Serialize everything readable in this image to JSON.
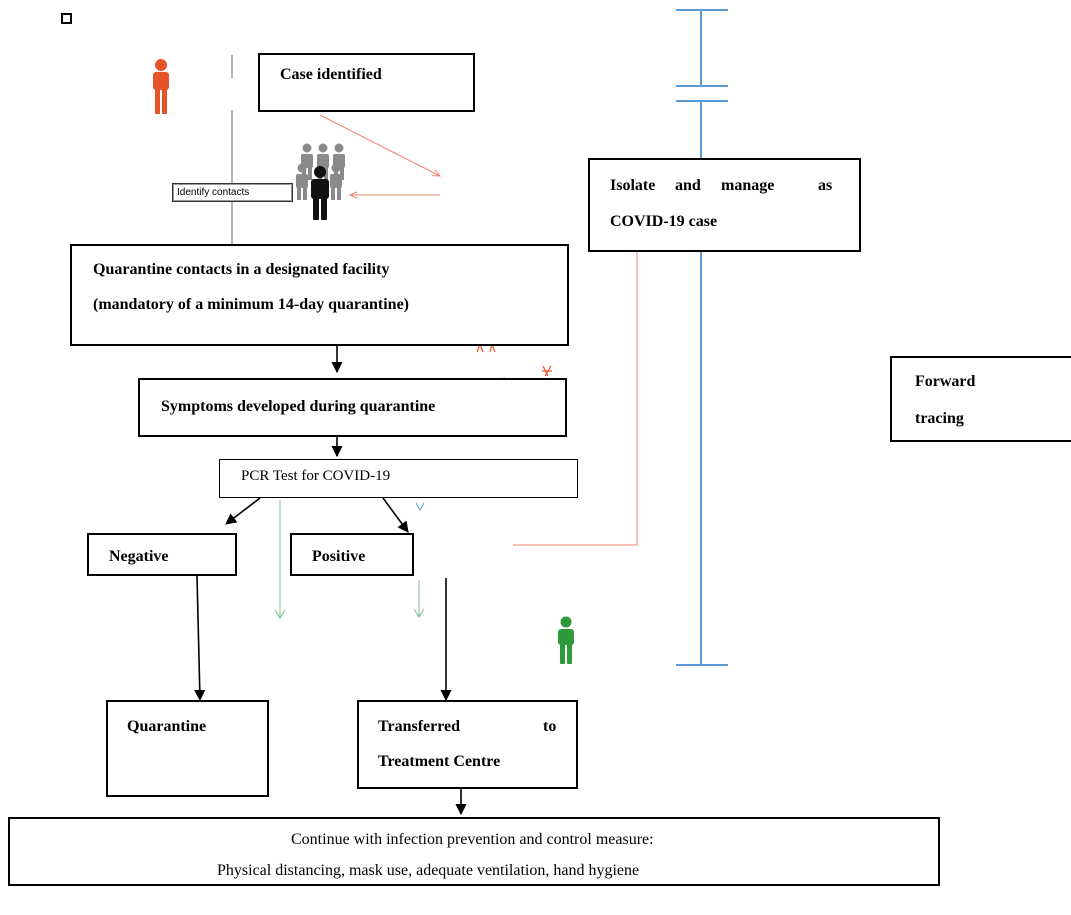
{
  "nodes": {
    "case_identified": "Case identified",
    "identify_contacts": "Identify contacts",
    "quarantine_contacts_line1": "Quarantine contacts in a designated facility",
    "quarantine_contacts_line2": "(mandatory of a minimum 14-day quarantine)",
    "symptoms": "Symptoms developed during quarantine",
    "pcr_test": "PCR Test for COVID-19",
    "negative": "Negative",
    "positive": "Positive",
    "quarantine": "Quarantine",
    "transferred_line1_a": "Transferred",
    "transferred_line1_b": "to",
    "transferred_line2": "Treatment Centre",
    "isolate_line1_a": "Isolate",
    "isolate_line1_b": "and",
    "isolate_line1_c": "manage",
    "isolate_line1_d": "as",
    "isolate_line2": "COVID-19 case",
    "forward_line1": "Forward",
    "forward_line2": "tracing",
    "continue_line1": "Continue with infection prevention and control measure:",
    "continue_line2": "Physical distancing, mask use, adequate ventilation, hand hygiene"
  },
  "colors": {
    "arrow": "#000000",
    "orange_person": "#e8542a",
    "green_person": "#2e9a3a",
    "gray_person": "#8a8a8a",
    "blue_line": "#5b9bd5",
    "salmon_line": "#f08070",
    "green_line": "#7fbf8f",
    "gray_line": "#9a9a9a"
  }
}
